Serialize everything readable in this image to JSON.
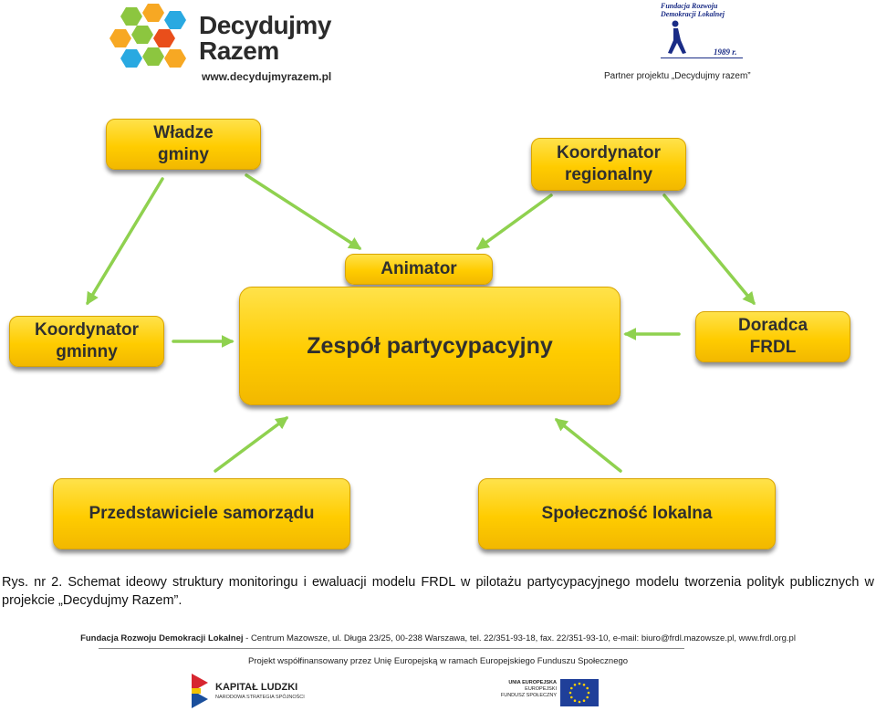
{
  "header": {
    "logo_title": "Decydujmy\nRazem",
    "logo_url": "www.decydujmyrazem.pl",
    "frdl_name": "Fundacja Rozwoju\nDemokracji Lokalnej",
    "frdl_year": "1989 r.",
    "partner_text": "Partner projektu „Decydujmy razem”"
  },
  "diagram": {
    "nodes": {
      "wladze": "Władze\ngminy",
      "koordynator_regionalny": "Koordynator\nregionalny",
      "animator": "Animator",
      "zespol": "Zespół partycypacyjny",
      "koordynator_gminny": "Koordynator\ngminny",
      "doradca": "Doradca\nFRDL",
      "przedstawiciele": "Przedstawiciele samorządu",
      "spolecznosc": "Społeczność lokalna"
    },
    "colors": {
      "box_fill": "#ffcc00",
      "arrow": "#8fd14f",
      "text": "#2f2f2f"
    }
  },
  "caption": "Rys. nr 2. Schemat ideowy struktury monitoringu i ewaluacji modelu FRDL w pilotażu partycypacyjnego modelu tworzenia polityk publicznych w projekcie „Decydujmy Razem”.",
  "footer": {
    "org_name": "Fundacja Rozwoju Demokracji Lokalnej",
    "address": " - Centrum Mazowsze, ul. Długa 23/25, 00-238 Warszawa, tel. 22/351-93-18, fax. 22/351-93-10, e-mail: biuro@frdl.mazowsze.pl, www.frdl.org.pl",
    "project_note": "Projekt współfinansowany przez Unię Europejską w ramach Europejskiego Funduszu Społecznego",
    "kl_name": "KAPITAŁ LUDZKI",
    "kl_sub": "NARODOWA STRATEGIA SPÓJNOŚCI",
    "ue_line1": "UNIA EUROPEJSKA",
    "ue_line2": "EUROPEJSKI\nFUNDUSZ SPOŁECZNY"
  }
}
